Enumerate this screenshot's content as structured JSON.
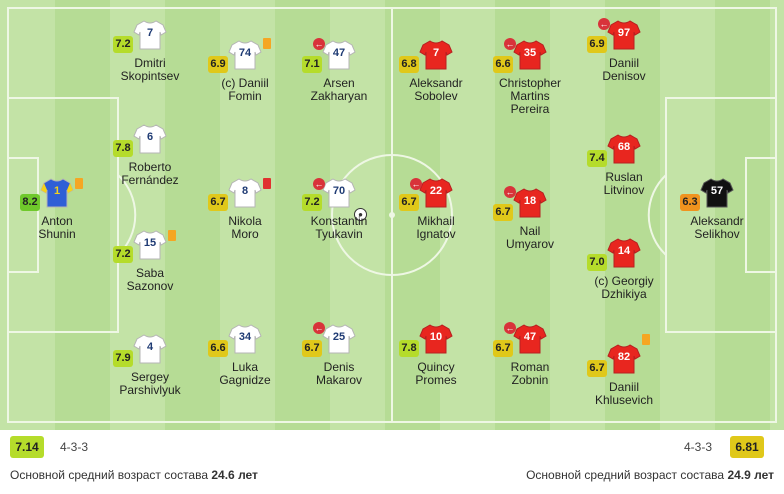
{
  "home": {
    "rating": "7.14",
    "formation": "4-3-3",
    "age_label": "Основной средний возраст состава",
    "age_value": "24.6 лет",
    "shirt_color": "#ffffff",
    "num_color": "#1f3b74",
    "gk_color": "#2f5fd6",
    "gk_num_color": "#f5d21b",
    "players": [
      {
        "id": "shunin",
        "number": "1",
        "rating": "8.2",
        "line1": "Anton",
        "line2": "Shunin",
        "gk": true,
        "yellow": true
      },
      {
        "id": "skopintsev",
        "number": "7",
        "rating": "7.2",
        "line1": "Dmitri",
        "line2": "Skopintsev"
      },
      {
        "id": "fernandez",
        "number": "6",
        "rating": "7.8",
        "line1": "Roberto",
        "line2": "Fernández"
      },
      {
        "id": "sazonov",
        "number": "15",
        "rating": "7.2",
        "line1": "Saba",
        "line2": "Sazonov",
        "yellow": true
      },
      {
        "id": "parshivlyuk",
        "number": "4",
        "rating": "7.9",
        "line1": "Sergey",
        "line2": "Parshivlyuk"
      },
      {
        "id": "fomin",
        "number": "74",
        "rating": "6.9",
        "line1": "(c) Daniil",
        "line2": "Fomin",
        "yellow": true
      },
      {
        "id": "moro",
        "number": "8",
        "rating": "6.7",
        "line1": "Nikola",
        "line2": "Moro",
        "red": true
      },
      {
        "id": "gagnidze",
        "number": "34",
        "rating": "6.6",
        "line1": "Luka",
        "line2": "Gagnidze"
      },
      {
        "id": "zakharyan",
        "number": "47",
        "rating": "7.1",
        "line1": "Arsen",
        "line2": "Zakharyan",
        "sub": true
      },
      {
        "id": "tyukavin",
        "number": "70",
        "rating": "7.2",
        "line1": "Konstantin",
        "line2": "Tyukavin",
        "sub": true,
        "goal": true
      },
      {
        "id": "makarov",
        "number": "25",
        "rating": "6.7",
        "line1": "Denis",
        "line2": "Makarov",
        "sub": true
      }
    ]
  },
  "away": {
    "rating": "6.81",
    "formation": "4-3-3",
    "age_label": "Основной средний возраст состава",
    "age_value": "24.9 лет",
    "shirt_color": "#e8261f",
    "num_color": "#ffffff",
    "gk_color": "#111111",
    "gk_num_color": "#ffffff",
    "players": [
      {
        "id": "sobolev",
        "number": "7",
        "rating": "6.8",
        "line1": "Aleksandr",
        "line2": "Sobolev"
      },
      {
        "id": "ignatov",
        "number": "22",
        "rating": "6.7",
        "line1": "Mikhail",
        "line2": "Ignatov",
        "sub": true
      },
      {
        "id": "promes",
        "number": "10",
        "rating": "7.8",
        "line1": "Quincy",
        "line2": "Promes"
      },
      {
        "id": "pereira",
        "number": "35",
        "rating": "6.6",
        "line1": "Christopher",
        "line2": "Martins",
        "line3": "Pereira",
        "sub": true
      },
      {
        "id": "umyarov",
        "number": "18",
        "rating": "6.7",
        "line1": "Nail",
        "line2": "Umyarov",
        "sub": true
      },
      {
        "id": "zobnin",
        "number": "47",
        "rating": "6.7",
        "line1": "Roman",
        "line2": "Zobnin",
        "sub": true
      },
      {
        "id": "denisov",
        "number": "97",
        "rating": "6.9",
        "line1": "Daniil",
        "line2": "Denisov",
        "sub": true
      },
      {
        "id": "litvinov",
        "number": "68",
        "rating": "7.4",
        "line1": "Ruslan",
        "line2": "Litvinov"
      },
      {
        "id": "dzhikiya",
        "number": "14",
        "rating": "7.0",
        "line1": "(c) Georgiy",
        "line2": "Dzhikiya"
      },
      {
        "id": "khlusevich",
        "number": "82",
        "rating": "6.7",
        "line1": "Daniil",
        "line2": "Khlusevich",
        "yellow": true
      },
      {
        "id": "selikhov",
        "number": "57",
        "rating": "6.3",
        "line1": "Aleksandr",
        "line2": "Selikhov",
        "gk": true
      }
    ]
  },
  "rating_colors": {
    "8.0+": "#6fc92b",
    "7.0-7.9": "#b5dc2b",
    "6.5-6.9": "#e0c81a",
    "6.0-6.4": "#f0931e"
  }
}
